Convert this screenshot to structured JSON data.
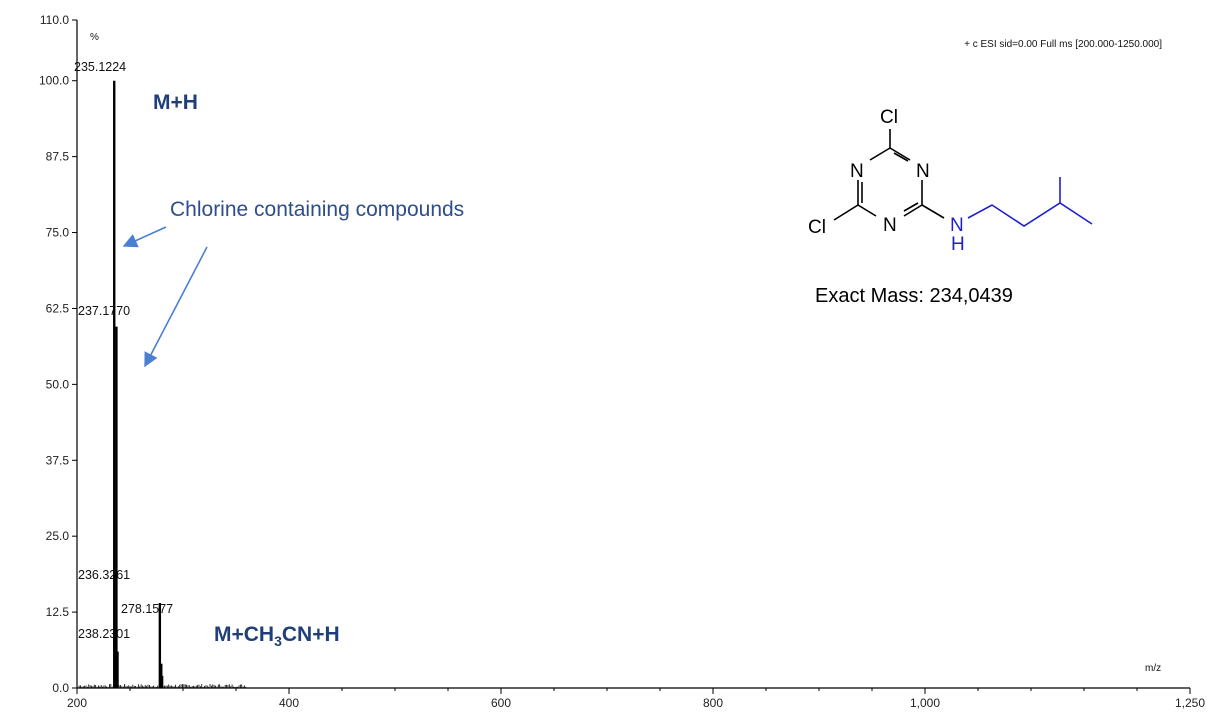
{
  "chart_data": {
    "type": "bar",
    "title": "",
    "xlabel": "m/z",
    "ylabel": "%",
    "xlim": [
      200,
      1250
    ],
    "ylim": [
      0,
      110
    ],
    "x_ticks": [
      200,
      400,
      600,
      800,
      1000,
      1250
    ],
    "x_tick_labels": [
      "200",
      "400",
      "600",
      "800",
      "1,000",
      "1,250"
    ],
    "y_ticks": [
      0,
      12.5,
      25,
      37.5,
      50,
      62.5,
      75,
      87.5,
      100,
      110
    ],
    "y_tick_labels": [
      "0.0",
      "12.5",
      "25.0",
      "37.5",
      "50.0",
      "62.5",
      "75.0",
      "87.5",
      "100.0",
      "110.0"
    ],
    "grid": false,
    "scan_info": "+ c ESI sid=0.00  Full ms [200.000-1250.000]",
    "peaks": [
      {
        "mz": 235.1224,
        "intensity": 100,
        "label": "235.1224"
      },
      {
        "mz": 236.3261,
        "intensity": 10,
        "label": "236.3261"
      },
      {
        "mz": 237.177,
        "intensity": 59.5,
        "label": "237.1770"
      },
      {
        "mz": 238.2301,
        "intensity": 6,
        "label": "238.2301"
      },
      {
        "mz": 278.1577,
        "intensity": 14,
        "label": "278.1577"
      },
      {
        "mz": 279.5,
        "intensity": 4,
        "label": ""
      },
      {
        "mz": 280.3,
        "intensity": 2,
        "label": ""
      }
    ],
    "annotations": {
      "mh": "M+H",
      "adduct_prefix": "M+CH",
      "adduct_sub": "3",
      "adduct_suffix": "CN+H",
      "chlorine_note": "Chlorine containing compounds",
      "exact_mass": "Exact Mass: 234,0439"
    },
    "molecule_atoms": {
      "cl_top": "Cl",
      "n_left": "N",
      "n_right": "N",
      "cl_left": "Cl",
      "n_bottom": "N",
      "nh_n": "N",
      "nh_h": "H"
    },
    "colors": {
      "axis": "#000000",
      "peaks": "#000000",
      "annotation_text": "#1f3f7a",
      "arrow": "#4a7fd4",
      "side_chain": "#1f1fd0"
    }
  }
}
